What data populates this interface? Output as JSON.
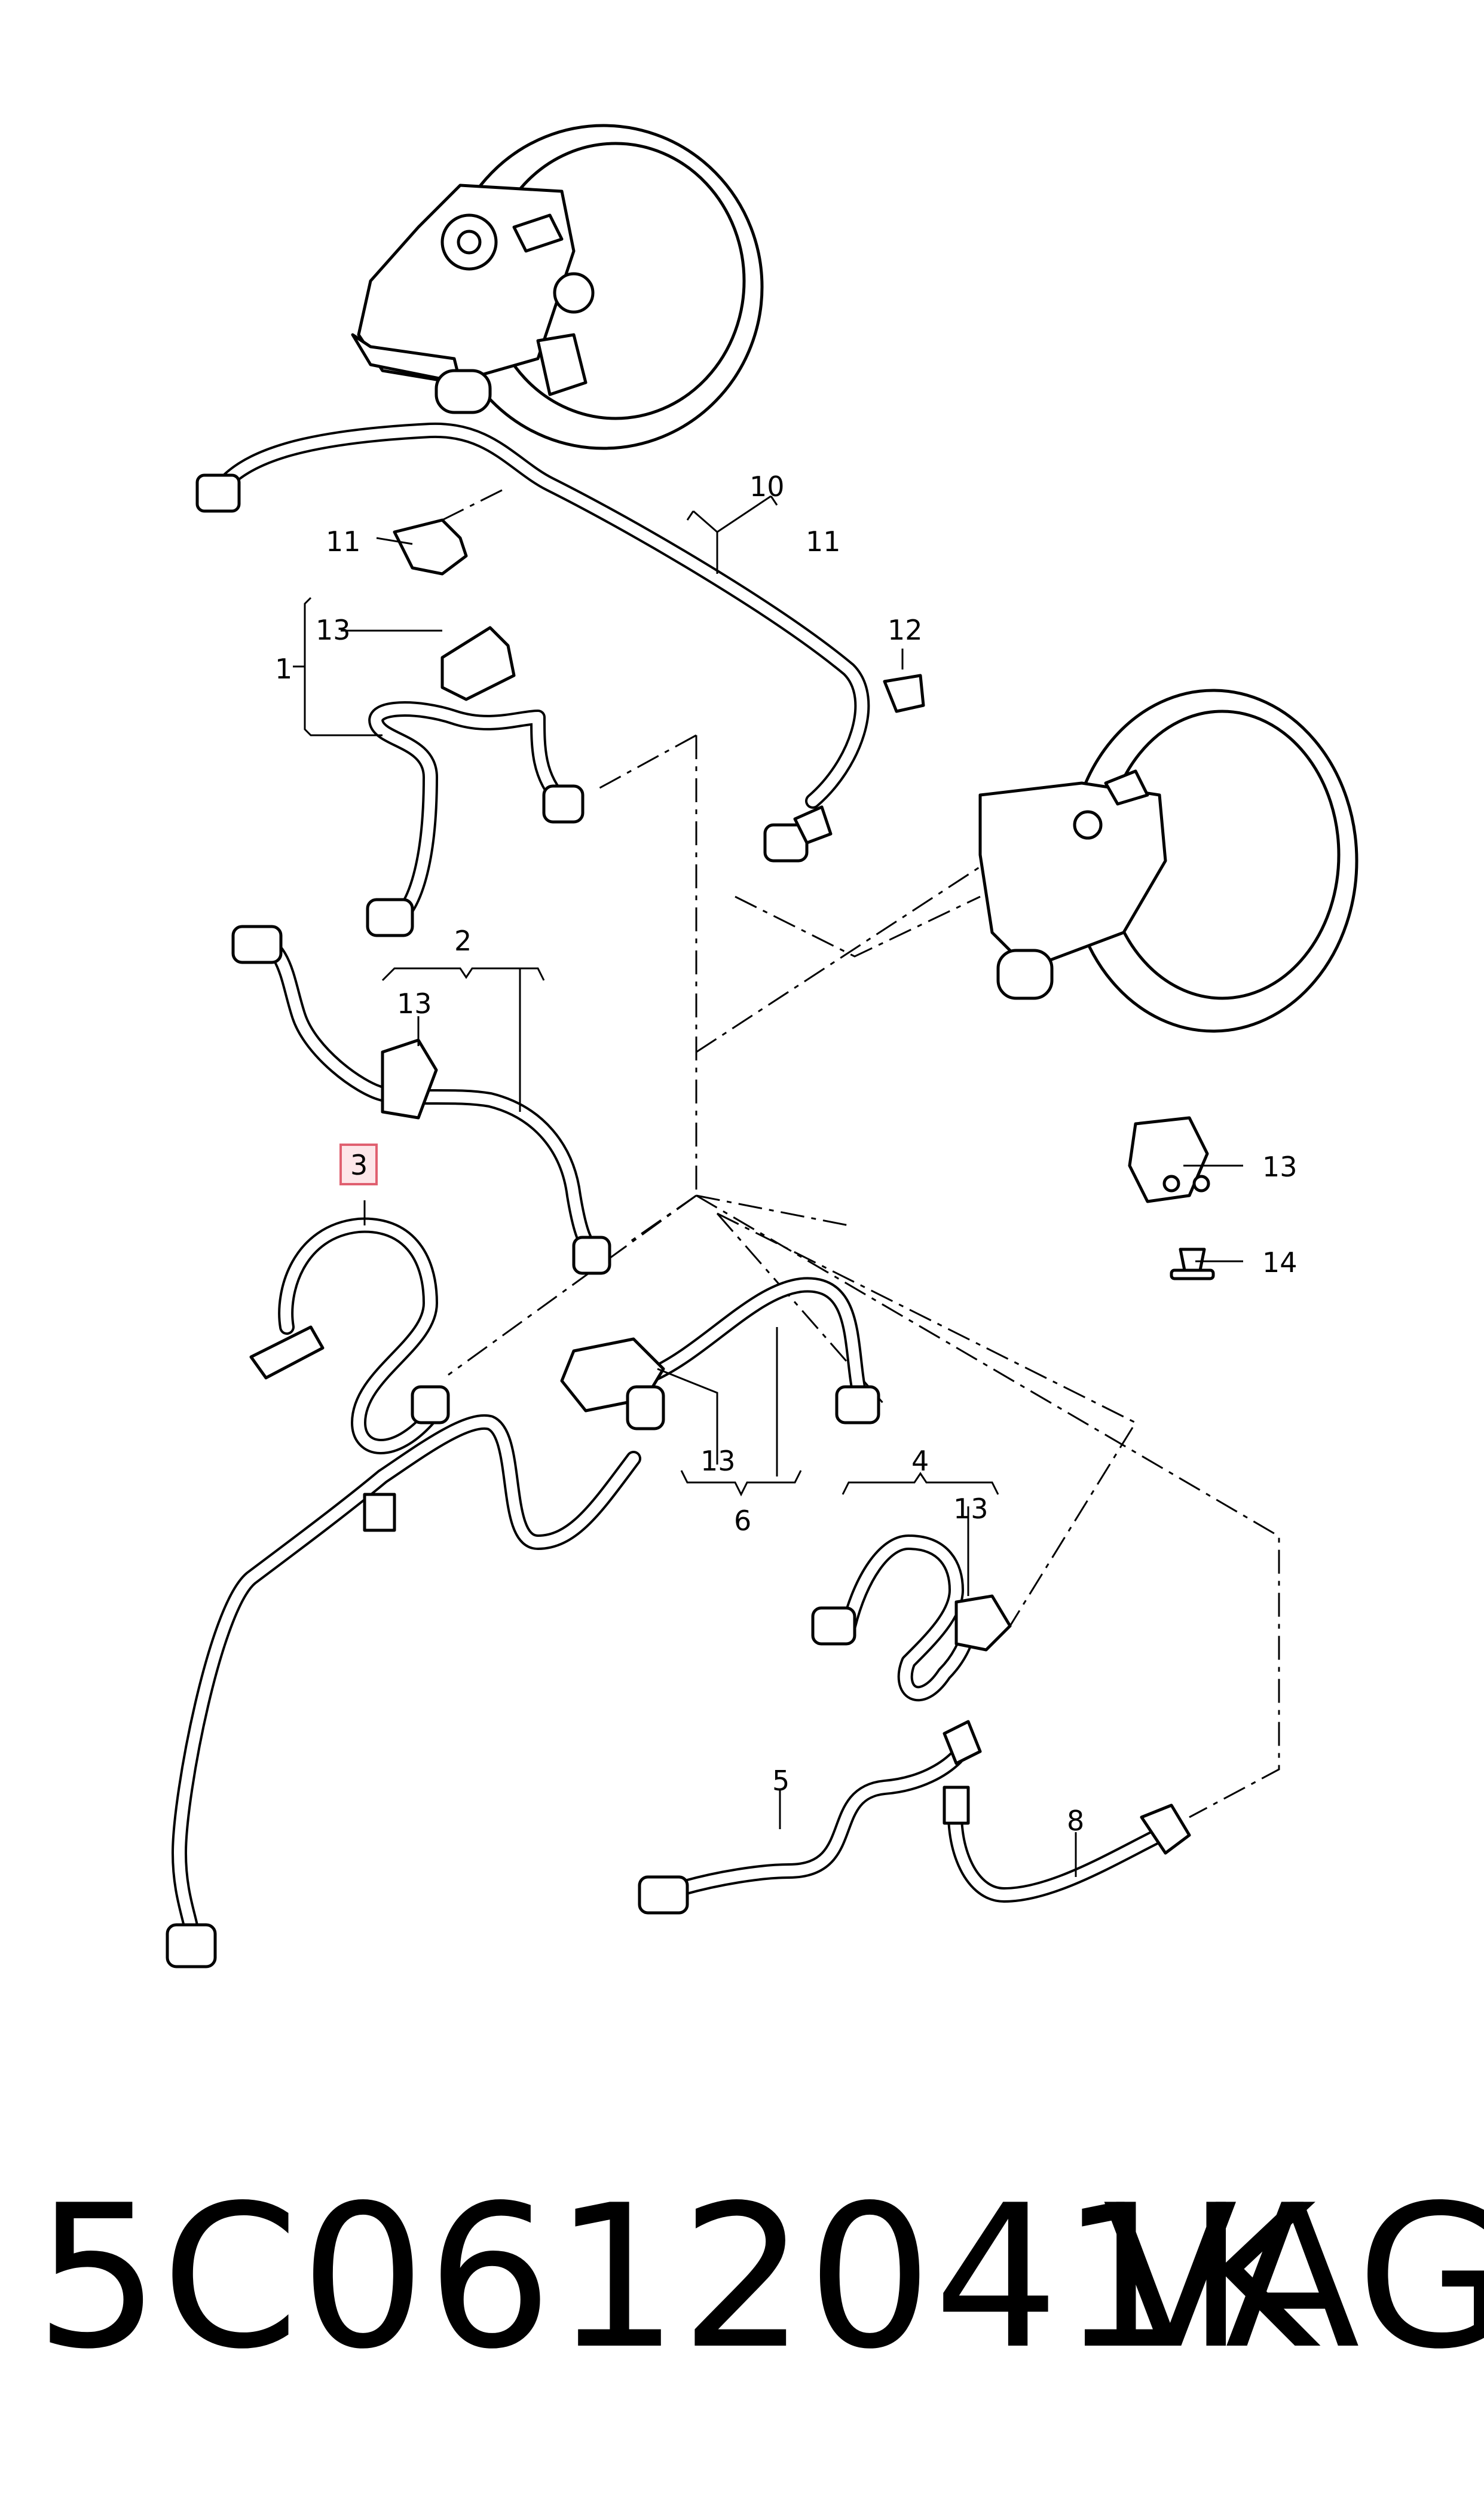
{
  "callouts": {
    "c1": "1",
    "c2": "2",
    "c3": "3",
    "c4": "4",
    "c5": "5",
    "c6": "6",
    "c8": "8",
    "c10": "10",
    "c11a": "11",
    "c11b": "11",
    "c12": "12",
    "c13a": "13",
    "c13b": "13",
    "c13c": "13",
    "c13d": "13",
    "c13e": "13",
    "c14": "14"
  },
  "highlight": {
    "label": "3",
    "border_color": "#e06070",
    "fill_color": "#fde6e9"
  },
  "footer": {
    "part_number": "5C0612041K",
    "brand": "VAG"
  }
}
